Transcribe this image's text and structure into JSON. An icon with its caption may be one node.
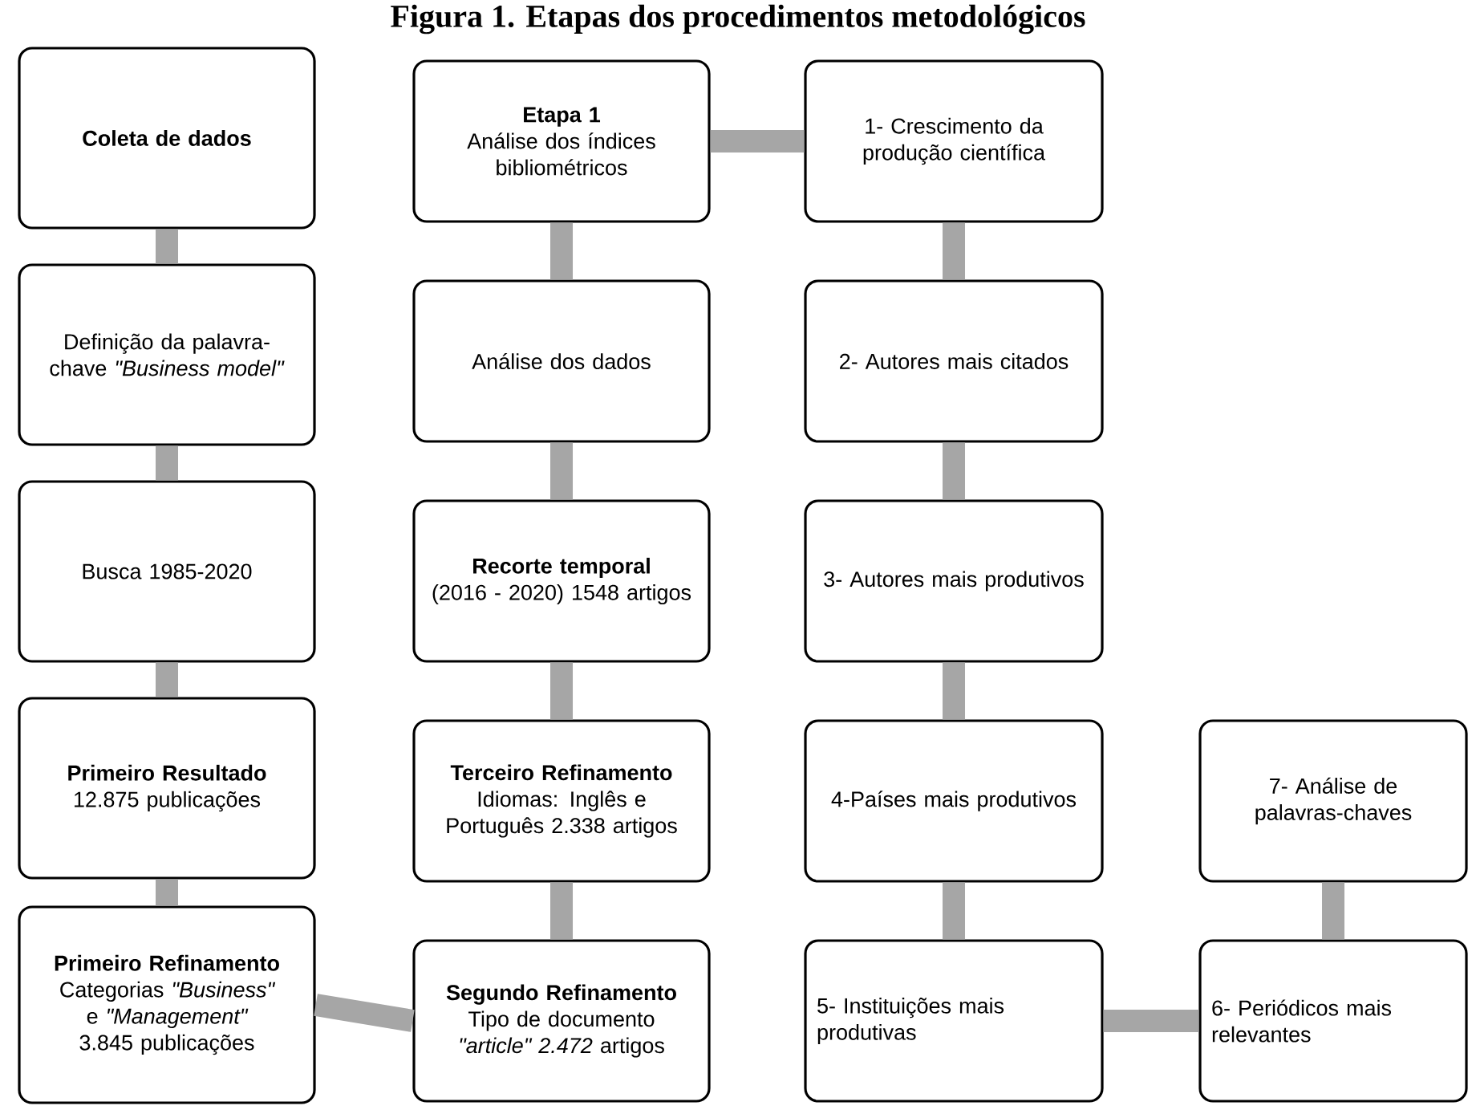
{
  "diagram": {
    "title": "Figura 1. Etapas dos procedimentos metodológicos",
    "nodes": [
      {
        "text": [
          "Coleta de dados"
        ]
      },
      {
        "text": [
          "Definição da palavra-chave *\"Business model\"*"
        ]
      },
      {
        "text": [
          "Busca 1985-2020"
        ]
      },
      {
        "text": [
          "Primeiro Resultado",
          "12.875 publicações"
        ]
      },
      {
        "text": [
          "Primeiro Refinamento",
          "Categorias *\"Business\"* e *\"Management\"* 3.845 publicações"
        ]
      },
      {
        "text": [
          "Etapa 1",
          "Análise dos índices bibliométricos"
        ]
      },
      {
        "text": [
          "Análise dos dados"
        ]
      },
      {
        "text": [
          "Recorte temporal",
          "(2016 - 2020) 1548 artigos"
        ]
      },
      {
        "text": [
          "Terceiro Refinamento",
          "Idiomas: Inglês e Português 2.338 artigos"
        ]
      },
      {
        "text": [
          "Segundo Refinamento",
          "Tipo de documento *\"article\" 2.472* artigos"
        ]
      },
      {
        "text": [
          "1- Crescimento da produção científica"
        ]
      },
      {
        "text": [
          "2- Autores mais citados"
        ]
      },
      {
        "text": [
          "3- Autores mais produtivos"
        ]
      },
      {
        "text": [
          "4-Países mais produtivos"
        ]
      },
      {
        "text": [
          "5- Instituições mais produtivas"
        ]
      },
      {
        "text": [
          "7- Análise de palavras-chaves"
        ]
      },
      {
        "text": [
          "6- Periódicos mais relevantes"
        ]
      }
    ],
    "edges": [
      {
        "from": 0,
        "to": 1,
        "arrow": "none"
      },
      {
        "from": 1,
        "to": 2,
        "arrow": "none"
      },
      {
        "from": 2,
        "to": 3,
        "arrow": "none"
      },
      {
        "from": 3,
        "to": 4,
        "arrow": "none"
      },
      {
        "from": 4,
        "to": 9,
        "arrow": "none"
      },
      {
        "from": 9,
        "to": 8,
        "arrow": "none"
      },
      {
        "from": 8,
        "to": 7,
        "arrow": "none"
      },
      {
        "from": 7,
        "to": 6,
        "arrow": "none"
      },
      {
        "from": 6,
        "to": 5,
        "arrow": "none"
      },
      {
        "from": 5,
        "to": 10,
        "arrow": "none"
      },
      {
        "from": 10,
        "to": 11,
        "arrow": "none"
      },
      {
        "from": 11,
        "to": 12,
        "arrow": "none"
      },
      {
        "from": 12,
        "to": 13,
        "arrow": "none"
      },
      {
        "from": 13,
        "to": 14,
        "arrow": "none"
      },
      {
        "from": 14,
        "to": 16,
        "arrow": "none"
      },
      {
        "from": 16,
        "to": 15,
        "arrow": "none"
      }
    ]
  }
}
